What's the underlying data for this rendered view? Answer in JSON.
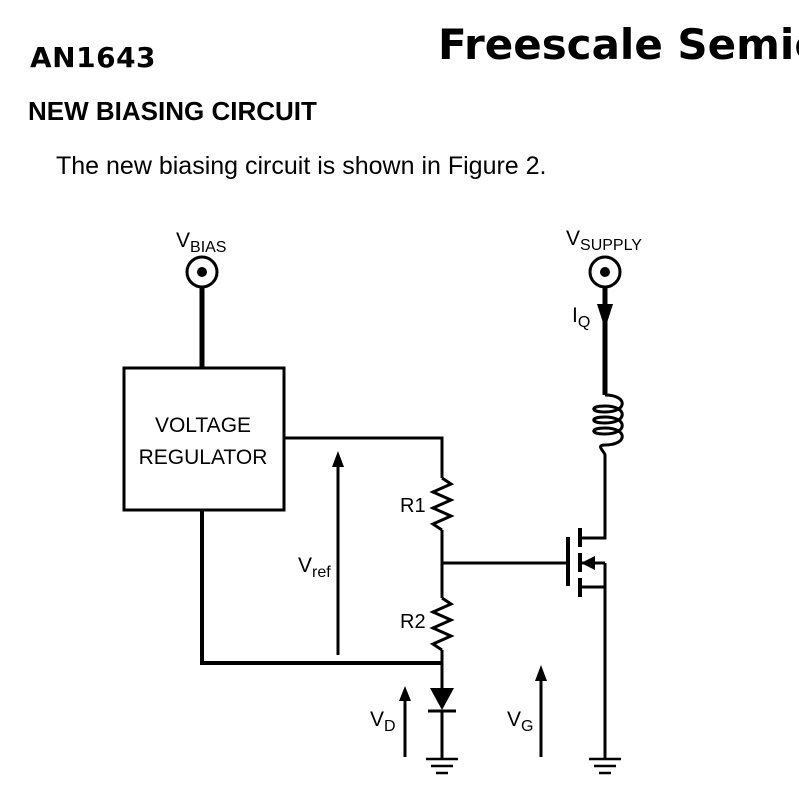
{
  "header": {
    "doc_id": "AN1643",
    "company": "Freescale Semic"
  },
  "section": {
    "heading": "NEW BIASING CIRCUIT",
    "body": "The new biasing circuit is shown in Figure 2."
  },
  "figure": {
    "vbias": {
      "base": "V",
      "sub": "BIAS"
    },
    "vsupply": {
      "base": "V",
      "sub": "SUPPLY"
    },
    "iq": {
      "base": "I",
      "sub": "Q"
    },
    "regulator_line1": "VOLTAGE",
    "regulator_line2": "REGULATOR",
    "r1": "R1",
    "r2": "R2",
    "vref": {
      "base": "V",
      "sub": "ref"
    },
    "vd": {
      "base": "V",
      "sub": "D"
    },
    "vg": {
      "base": "V",
      "sub": "G"
    }
  }
}
